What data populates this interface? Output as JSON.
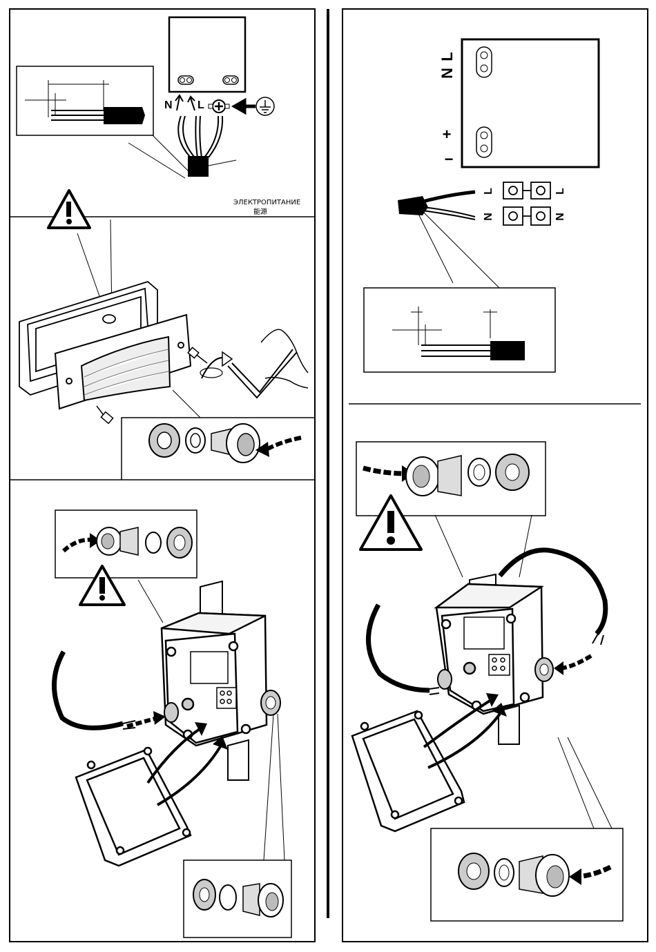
{
  "left_top": {
    "labels": {
      "n": "N",
      "l": "L"
    },
    "power_caption_ru": "ЭЛЕКТРОПИТАНИЕ",
    "power_caption_cn": "能源"
  },
  "right_top": {
    "terminal_labels": {
      "l": "L",
      "n": "N",
      "plus": "+",
      "minus": "−"
    },
    "connector_labels": {
      "l_left": "L",
      "l_right": "L",
      "n_left": "N",
      "n_right": "N"
    }
  },
  "icons": [
    "warning-triangle-icon",
    "earth-ground-icon",
    "hex-key-icon",
    "screw-icon",
    "cable-gland-icon"
  ]
}
